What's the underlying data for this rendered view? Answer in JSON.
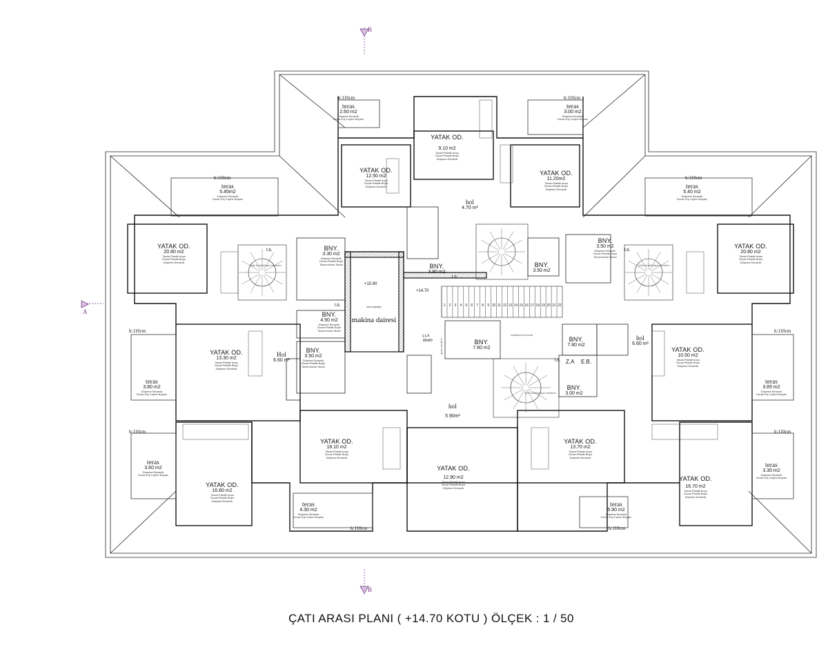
{
  "title": "ÇATI  ARASI  PLANI ( +14.70 KOTU )  ÖLÇEK : 1 / 50",
  "section_marks": {
    "a_left": "A",
    "b_top": "B",
    "b_bottom": "B"
  },
  "elevations": {
    "machine_room": "+15.90",
    "core": "+14.70"
  },
  "machine_room": {
    "label": "makina dairesi",
    "sub": "kirş boşluğu"
  },
  "rooms": [
    {
      "id": "teras-top-left",
      "name": "teras",
      "area": "2.60 m2",
      "fin": [
        "Döşeme:Seramik",
        "Duvar:Dış Cephe Boyası"
      ]
    },
    {
      "id": "teras-top-right",
      "name": "teras",
      "area": "3.00 m2",
      "fin": [
        "Döşeme:Seramik",
        "Duvar:Dış Cephe Boyası"
      ]
    },
    {
      "id": "yatak-top-center",
      "name": "YATAK OD.",
      "area": "9.10 m2",
      "fin": [
        "Tavan:Plastik boya",
        "Duvar:Plastik Boya",
        "Döşeme:Seramik"
      ]
    },
    {
      "id": "yatak-top-left",
      "name": "YATAK OD.",
      "area": "12.50 m2",
      "fin": [
        "Tavan:Plastik boya",
        "Duvar:Plastik Boya",
        "Döşeme:Seramik"
      ]
    },
    {
      "id": "yatak-top-right",
      "name": "YATAK OD.",
      "area": "11.20m2",
      "fin": [
        "Tavan:Plastik boya",
        "Duvar:Plastik Boya",
        "Döşeme:Seramik"
      ]
    },
    {
      "id": "hol-top",
      "name": "hol",
      "area": "4.70 m²",
      "fin": []
    },
    {
      "id": "teras-left-upper",
      "name": "teras",
      "area": "5.45m2",
      "fin": [
        "Döşeme:Seramik",
        "Duvar:Dış Cephe Boyası"
      ]
    },
    {
      "id": "teras-right-upper",
      "name": "teras",
      "area": "5.40 m2",
      "fin": [
        "Döşeme:Seramik",
        "Duvar:Dış Cephe Boyası"
      ]
    },
    {
      "id": "yatak-left-upper",
      "name": "YATAK OD.",
      "area": "20.80 m2",
      "fin": [
        "Tavan:Plastik boya",
        "Duvar:Plastik Boya",
        "Döşeme:Seramik"
      ]
    },
    {
      "id": "yatak-right-upper",
      "name": "YATAK OD.",
      "area": "20.80 m2",
      "fin": [
        "Tavan:Plastik boya",
        "Duvar:Plastik Boya",
        "Döşeme:Seramik"
      ]
    },
    {
      "id": "bny-left-upper",
      "name": "BNY.",
      "area": "3.30 m2",
      "fin": [
        "Döşeme:Seramik",
        "Duvar:Plastik Boya",
        "Tavan:Asma Tavan"
      ]
    },
    {
      "id": "bny-right-upper",
      "name": "BNY.",
      "area": "3.50 m2",
      "fin": [
        "Döşeme:Seramik",
        "Duvar:Plastik Boya",
        "Tavan:Asma Tavan"
      ]
    },
    {
      "id": "bny-core-left",
      "name": "BNY.",
      "area": "3.80 m2",
      "fin": [
        "Döşeme:Seramik",
        "Duvar:Plastik Boya",
        "Tavan:Asma Tavan"
      ]
    },
    {
      "id": "bny-core-right",
      "name": "BNY.",
      "area": "3.50 m2",
      "fin": [
        "Döşeme:Seramik",
        "Duvar:Plastik Boya",
        "Tavan:Asma Tavan"
      ]
    },
    {
      "id": "bny-left-mid",
      "name": "BNY.",
      "area": "4.50 m2",
      "fin": [
        "Döşeme:Seramik",
        "Duvar:Plastik Boya",
        "Tavan:Asma Tavan"
      ]
    },
    {
      "id": "bny-left-lower",
      "name": "BNY.",
      "area": "3.50 m2",
      "fin": [
        "Döşeme:Seramik",
        "Duvar:Plastik Boya",
        "Tavan:Asma Tavan"
      ]
    },
    {
      "id": "bny-center",
      "name": "BNY.",
      "area": "7.60 m2",
      "fin": [
        "Döşeme:Seramik",
        "Duvar:Plastik Boya",
        "Tavan:Asma Tavan"
      ]
    },
    {
      "id": "bny-right-mid",
      "name": "BNY.",
      "area": "7.80 m2",
      "fin": [
        "Döşeme:Seramik",
        "Duvar:Plastik Boya",
        "Tavan:Asma Tavan"
      ]
    },
    {
      "id": "bny-right-lower",
      "name": "BNY.",
      "area": "3.00 m2",
      "fin": [
        "Döşeme:Seramik",
        "Duvar:Plastik Boya",
        "Tavan:Asma Tavan"
      ]
    },
    {
      "id": "hol-left",
      "name": "Hol",
      "area": "6.60 m²",
      "fin": []
    },
    {
      "id": "hol-right",
      "name": "hol",
      "area": "6.60 m²",
      "fin": []
    },
    {
      "id": "hol-center",
      "name": "hol",
      "area": "5.90m²",
      "fin": []
    },
    {
      "id": "yatak-left-mid",
      "name": "YATAK OD.",
      "area": "13.30 m2",
      "fin": [
        "Tavan:Plastik boya",
        "Duvar:Plastik Boya",
        "Döşeme:Seramik"
      ]
    },
    {
      "id": "yatak-right-mid",
      "name": "YATAK OD.",
      "area": "10.50 m2",
      "fin": [
        "Tavan:Plastik boya",
        "Duvar:Plastik Boya",
        "Döşeme:Seramik"
      ]
    },
    {
      "id": "teras-left-mid",
      "name": "teras",
      "area": "3.80 m2",
      "fin": [
        "Döşeme:Seramik",
        "Duvar:Dış Cephe Boyası"
      ]
    },
    {
      "id": "teras-right-mid",
      "name": "teras",
      "area": "3.85 m2",
      "fin": [
        "Döşeme:Seramik",
        "Duvar:Dış Cephe Boyası"
      ]
    },
    {
      "id": "yatak-center-left",
      "name": "YATAK OD.",
      "area": "18.10 m2",
      "fin": [
        "Tavan:Plastik boya",
        "Duvar:Plastik Boya",
        "Döşeme:Seramik"
      ]
    },
    {
      "id": "yatak-center-right",
      "name": "YATAK OD.",
      "area": "13.70 m2",
      "fin": [
        "Tavan:Plastik boya",
        "Duvar:Plastik Boya",
        "Döşeme:Seramik"
      ]
    },
    {
      "id": "yatak-bottom-center",
      "name": "YATAK OD.",
      "area": "12.90 m2",
      "fin": [
        "Tavan:Plastik boya",
        "Duvar:Plastik Boya",
        "Döşeme:Seramik"
      ]
    },
    {
      "id": "teras-left-lower",
      "name": "teras",
      "area": "3.60 m2",
      "fin": [
        "Döşeme:Seramik",
        "Duvar:Dış Cephe Boyası"
      ]
    },
    {
      "id": "teras-right-lower",
      "name": "teras",
      "area": "3.30 m2",
      "fin": [
        "Döşeme:Seramik",
        "Duvar:Dış Cephe Boyası"
      ]
    },
    {
      "id": "yatak-left-lower",
      "name": "YATAK OD.",
      "area": "16.60 m2",
      "fin": [
        "Tavan:Plastik boya",
        "Duvar:Plastik Boya",
        "Döşeme:Seramik"
      ]
    },
    {
      "id": "yatak-right-lower",
      "name": "YATAK OD.",
      "area": "16.70 m2",
      "fin": [
        "Tavan:Plastik boya",
        "Duvar:Plastik Boya",
        "Döşeme:Seramik"
      ]
    },
    {
      "id": "teras-bottom-left",
      "name": "teras",
      "area": "4.30 m2",
      "fin": [
        "Döşeme:Seramik",
        "Duvar:Dış Cephe Boyası"
      ]
    },
    {
      "id": "teras-bottom-right",
      "name": "teras",
      "area": "5.90 m2",
      "fin": [
        "Döşeme:Seramik",
        "Duvar:Dış Cephe Boyası"
      ]
    }
  ],
  "rail_heights": [
    "h:110cm",
    "h:110cm",
    "h:110cm",
    "h:110cm",
    "h:110cm",
    "h:110cm",
    "h:110cm",
    "h:110cm",
    "h:110cm",
    "h:110cm"
  ],
  "small_labels": {
    "tb_1": "t.b.",
    "tb_2": "t.b.",
    "tb_3": "t.b.",
    "tb_4": "t.b.",
    "tb_5": "t.b.",
    "za": "Z.A",
    "eb": "E.B.",
    "cck": "ç.ç.k",
    "cck_size": "80x80",
    "stair_note_left": "Çelik konstrüksiyon merdiven",
    "stair_note_right": "Çelik konstrüksiyon merdiven",
    "stair_note_center": "Çelik konstrüksiyon merdiven",
    "havalandirma": "havalandırma bacası",
    "genel_merdiven": "genel merdiven"
  },
  "stair_numbers": [
    "1",
    "2",
    "3",
    "4",
    "5",
    "6",
    "7",
    "8",
    "9",
    "10",
    "11",
    "12",
    "13",
    "14",
    "15",
    "16",
    "17",
    "18",
    "19",
    "20",
    "21",
    "22"
  ],
  "colors": {
    "line": "#1a1a1a",
    "thin": "#555555",
    "section": "#7a3b8c",
    "hatch": "#444444"
  }
}
